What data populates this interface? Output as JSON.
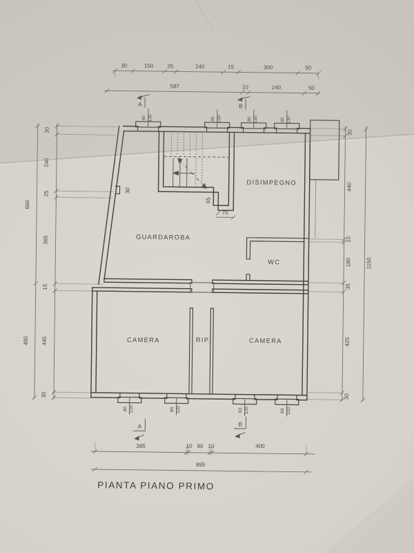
{
  "title": "PIANTA PIANO PRIMO",
  "colors": {
    "paper": "#d5d1c9",
    "ink": "#3f3c36"
  },
  "rooms": {
    "disimpegno": "DISIMPEGNO",
    "guardaroba": "GUARDAROBA",
    "wc": "WC",
    "camera_left": "CAMERA",
    "rip": "RIP.",
    "camera_right": "CAMERA"
  },
  "section_markers": {
    "top_a": "A",
    "top_b": "B",
    "bottom_a": "A",
    "bottom_b": "B"
  },
  "dims": {
    "top_row1": [
      "30",
      "150",
      "25",
      "240",
      "15",
      "300",
      "50"
    ],
    "top_row2": [
      "587",
      "10",
      "240",
      "50"
    ],
    "left_outer": [
      "660",
      "490"
    ],
    "left_inner": [
      "30",
      "240",
      "25",
      "365",
      "15",
      "445",
      "30"
    ],
    "right_inner": [
      "30",
      "440",
      "10",
      "180",
      "35",
      "425",
      "30"
    ],
    "right_outer": [
      "1150"
    ],
    "bottom_row1": [
      "385",
      "10",
      "90",
      "10",
      "400"
    ],
    "bottom_row2": [
      "895"
    ],
    "stair_depth": "65",
    "stair_width": "70",
    "wall_notch": "30",
    "top_windows": [
      {
        "w": "90",
        "h": "130"
      },
      {
        "w": "90",
        "h": "130"
      },
      {
        "w": "90",
        "h": "130"
      },
      {
        "w": "90",
        "h": "130"
      }
    ],
    "bottom_windows": [
      {
        "w": "80",
        "h": "120"
      },
      {
        "w": "80",
        "h": "120"
      },
      {
        "w": "83",
        "h": "120"
      },
      {
        "w": "83",
        "h": "120"
      }
    ]
  }
}
